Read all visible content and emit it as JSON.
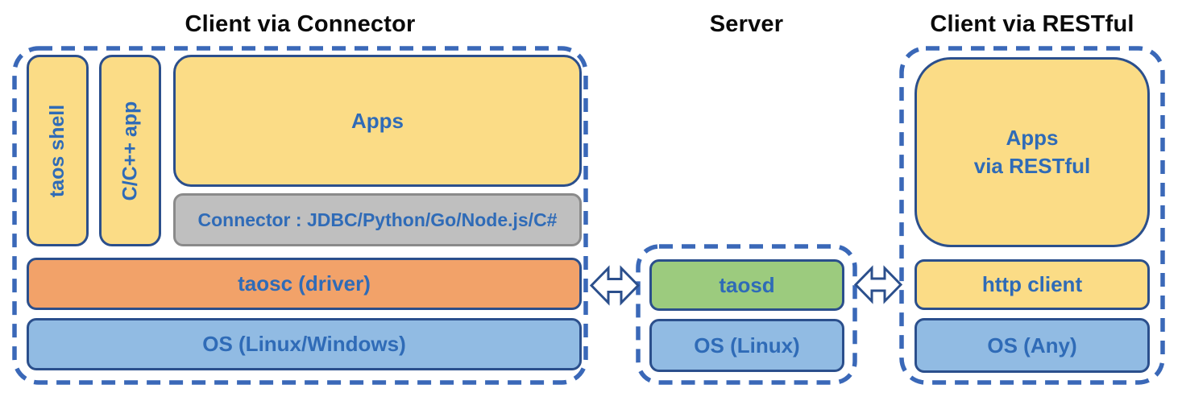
{
  "sections": {
    "connector_client": {
      "title": "Client via Connector",
      "boxes": {
        "taos_shell": "taos shell",
        "c_cpp_app": "C/C++ app",
        "apps": "Apps",
        "connector": "Connector : JDBC/Python/Go/Node.js/C#",
        "taosc": "taosc (driver)",
        "os": "OS (Linux/Windows)"
      }
    },
    "server": {
      "title": "Server",
      "boxes": {
        "taosd": "taosd",
        "os": "OS (Linux)"
      }
    },
    "restful_client": {
      "title": "Client via RESTful",
      "boxes": {
        "apps_line1": "Apps",
        "apps_line2": "via RESTful",
        "http_client": "http client",
        "os": "OS (Any)"
      }
    }
  },
  "icons": {
    "left_connection": "bidirectional-arrow",
    "right_connection": "bidirectional-arrow"
  },
  "colors": {
    "dashed_border": "#3A68B8",
    "box_border": "#2B4F8C",
    "label_text": "#2F6BB7",
    "title_text": "#0A0A0A",
    "yellow_fill": "#FBDC86",
    "orange_fill": "#F2A269",
    "blue_fill": "#91BBE3",
    "green_fill": "#9CCB7E",
    "gray_fill": "#BFBFBF"
  }
}
